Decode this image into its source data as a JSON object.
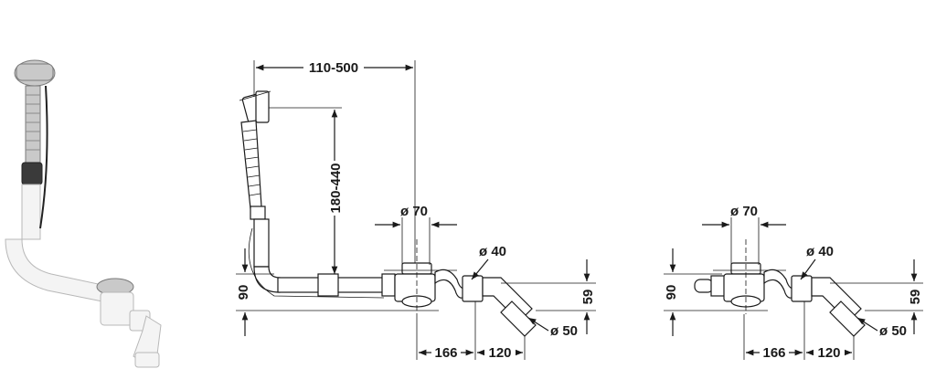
{
  "diagram": {
    "dimensions": {
      "overflow_reach": "110-500",
      "overflow_height": "180-440",
      "drain_diameter_left": "ø 70",
      "drain_diameter_right": "ø 70",
      "outlet_diameter_left": "ø 40",
      "outlet_diameter_right": "ø 40",
      "pipe_diameter_left": "ø 50",
      "pipe_diameter_right": "ø 50",
      "height_90_left": "90",
      "height_90_right": "90",
      "height_59_left": "59",
      "height_59_right": "59",
      "offset_166_left": "166",
      "offset_166_right": "166",
      "offset_120_left": "120",
      "offset_120_right": "120"
    }
  }
}
